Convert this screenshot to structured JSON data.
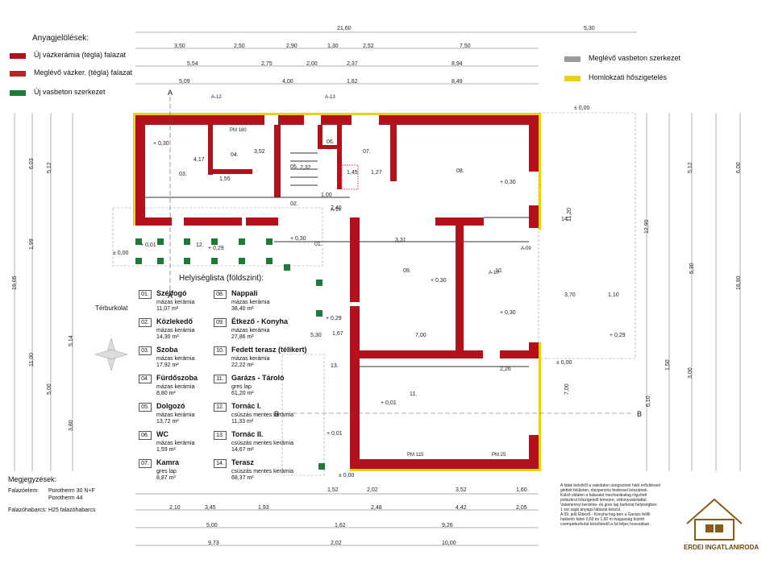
{
  "legend": {
    "title": "Anyagjelölések:",
    "items": [
      {
        "label": "Új vázkerámia (tégla) falazat",
        "color": "#b3121c"
      },
      {
        "label": "Meglévő vázker. (tégla) falazat",
        "color": "#c41e1e"
      },
      {
        "label": "Új vasbeton szerkezet",
        "color": "#1f7a3a"
      },
      {
        "label": "Meglévő vasbeton szerkezet",
        "color": "#9a9a9a"
      },
      {
        "label": "Homlokzati hőszigetelés",
        "color": "#e8d21a"
      }
    ]
  },
  "room_list": {
    "title": "Helyiséglista (földszint):",
    "rooms": [
      {
        "no": "01.",
        "name": "Szélfogó",
        "material": "mázas kerámia",
        "area": "11,07 m²"
      },
      {
        "no": "02.",
        "name": "Közlekedő",
        "material": "mázas kerámia",
        "area": "14,30 m²"
      },
      {
        "no": "03.",
        "name": "Szoba",
        "material": "mázas kerámia",
        "area": "17,92 m²"
      },
      {
        "no": "04.",
        "name": "Fürdőszoba",
        "material": "mázas kerámia",
        "area": "8,80 m²"
      },
      {
        "no": "05.",
        "name": "Dolgozó",
        "material": "mázas kerámia",
        "area": "13,72 m²"
      },
      {
        "no": "06.",
        "name": "WC",
        "material": "mázas kerámia",
        "area": "1,59 m²"
      },
      {
        "no": "07.",
        "name": "Kamra",
        "material": "gres lap",
        "area": "8,87 m²"
      },
      {
        "no": "08.",
        "name": "Nappali",
        "material": "mázas kerámia",
        "area": "38,40 m²"
      },
      {
        "no": "09.",
        "name": "Étkező - Konyha",
        "material": "mázas kerámia",
        "area": "27,86 m²"
      },
      {
        "no": "10.",
        "name": "Fedett terasz (télikert)",
        "material": "mázas kerámia",
        "area": "22,22 m²"
      },
      {
        "no": "11.",
        "name": "Garázs - Tároló",
        "material": "gres lap",
        "area": "61,20 m²"
      },
      {
        "no": "12.",
        "name": "Tornác I.",
        "material": "csúszás mentes kerámia",
        "area": "11,33 m²"
      },
      {
        "no": "13.",
        "name": "Tornác II.",
        "material": "csúszás mentes kerámia",
        "area": "14,67 m²"
      },
      {
        "no": "14.",
        "name": "Terasz",
        "material": "csúszás mentes kerámia",
        "area": "68,37 m²"
      }
    ]
  },
  "notes_left": {
    "title": "Megjegyzések:",
    "wall_label": "Falazóelem:",
    "wall_value1": "Porotherm 30 N+F",
    "wall_value2": "Porotherm 44",
    "mortar_label": "Falazóhabarcs:",
    "mortar_value": "H25 falazóhabarcs"
  },
  "terburkolat": "Térburkolat",
  "notes_right": [
    "A falak belsőről a vakolaton üvegszövet háló erősítéssel",
    "glettelt felületen, diszperziós festéssel készülnek.",
    "Külső oldalon a falazatot mechanikailag rögzített",
    "polisztirol hőszigetelő lemezre, vékonyvakolattal.",
    "Valamennyi kerámia- és gres lap burkolat helyiségben",
    "1 sor saját anyagú lábazat készül.",
    "A 09. jelű Étkező - Konyha hsg-ben a Garázs felőli",
    "határoló falon 0,60 és 1,60 m magasság között",
    "csempeburkolat készítendő a fal teljes hosszában."
  ],
  "logo": {
    "text": "ERDEI INGATLANIRODA",
    "color": "#8a5a16"
  },
  "plan": {
    "room_tags": [
      "01.",
      "02.",
      "03.",
      "04.",
      "05.",
      "06.",
      "07.",
      "08.",
      "09.",
      "10.",
      "11.",
      "12.",
      "13.",
      "14."
    ],
    "levels": [
      "± 0,00",
      "+ 0,30",
      "+ 0,29",
      "+ 0,01"
    ],
    "top_dims": [
      "21,60",
      "5,30",
      "3,50",
      "2,50",
      "2,90",
      "1,30",
      "2,52",
      "7,50",
      "5,54",
      "2,75",
      "2,00",
      "2,37",
      "8,94",
      "5,09",
      "4,00",
      "1,62",
      "8,49"
    ],
    "bottom_dims": [
      "1,52",
      "2,02",
      "3,52",
      "1,60",
      "2,10",
      "3,45",
      "1,93",
      "2,48",
      "4,42",
      "2,05",
      "5,00",
      "1,62",
      "9,26",
      "9,73",
      "2,02",
      "10,00"
    ],
    "left_dims": [
      "6,03",
      "5,12",
      "1,99",
      "19,05",
      "11,00",
      "5,14",
      "5,00",
      "3,80"
    ],
    "right_dims": [
      "12,90",
      "18,90",
      "11,20",
      "7,00",
      "6,10",
      "5,30",
      "6,00",
      "5,12",
      "1,50",
      "3,00"
    ],
    "section_marks": [
      "A",
      "B"
    ],
    "door_labels": [
      "PM 180",
      "PM 115",
      "PM 25",
      "A-12",
      "A-13",
      "A-16",
      "A-09",
      "A-10"
    ],
    "inner_dims": [
      "1,55",
      "2,32",
      "4,17",
      "3,52",
      "3,31",
      "7,00",
      "2,26",
      "3,70",
      "1,10",
      "1,45",
      "1,27",
      "1,00",
      "2,40",
      "5,30",
      "1,67"
    ]
  }
}
